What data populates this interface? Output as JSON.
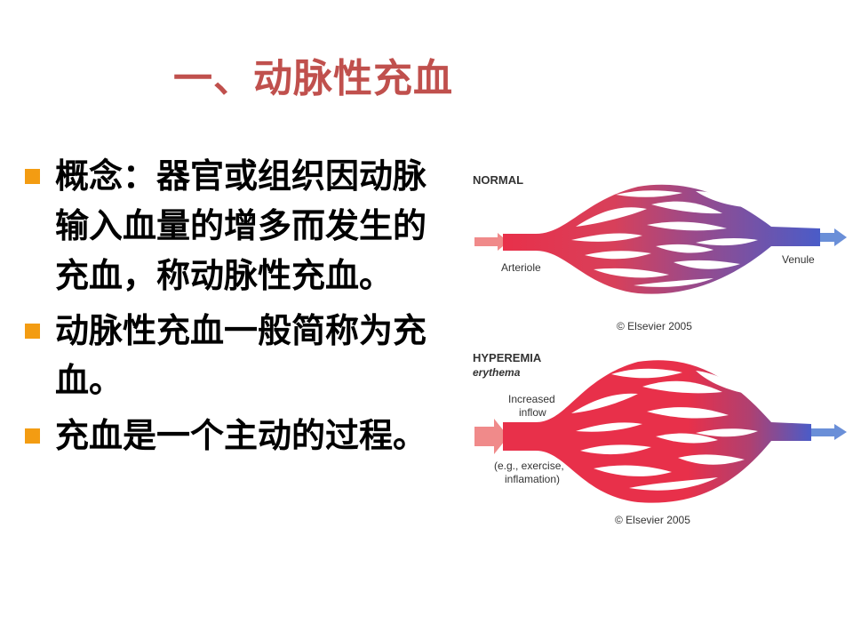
{
  "slide": {
    "title": "一、动脉性充血",
    "bullets": [
      "概念：器官或组织因动脉输入血量的增多而发生的充血，称动脉性充血。",
      "动脉性充血一般简称为充血。",
      "充血是一个主动的过程。"
    ],
    "bullet_color": "#f39c12",
    "title_color": "#c0504d"
  },
  "figure": {
    "normal": {
      "heading": "NORMAL",
      "left_label": "Arteriole",
      "right_label": "Venule",
      "copyright": "© Elsevier 2005"
    },
    "hyperemia": {
      "heading": "HYPEREMIA",
      "subheading": "erythema",
      "inflow_label_1": "Increased",
      "inflow_label_2": "inflow",
      "cause_label_1": "(e.g., exercise,",
      "cause_label_2": "inflamation)",
      "copyright": "© Elsevier 2005"
    },
    "colors": {
      "arterial": "#e8304a",
      "venous": "#4a5cc8",
      "arrow_in": "#f08a8a",
      "arrow_out": "#6a8fd8"
    }
  }
}
